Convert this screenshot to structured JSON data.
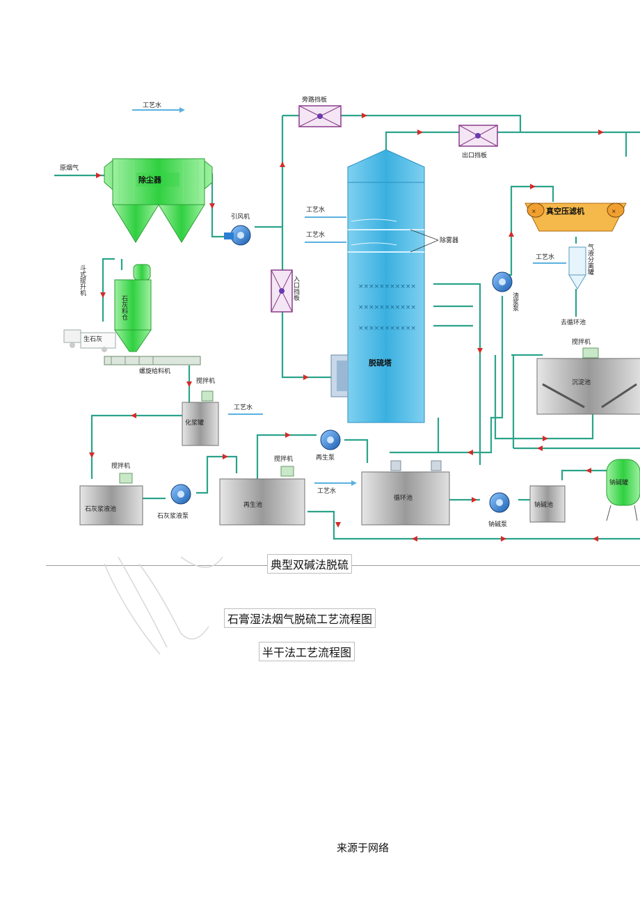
{
  "diagram": {
    "labels": {
      "process_water": "工艺水",
      "raw_flue_gas": "原烟气",
      "dust_collector": "除尘器",
      "bypass_damper": "旁路挡板",
      "outlet_damper": "出口挡板",
      "induced_fan": "引风机",
      "inlet_damper": "入口挡板",
      "absorber": "脱硫塔",
      "demister": "除雾器",
      "vacuum_filter": "真空压滤机",
      "gas_liquid_separator": "气液分离罐",
      "slurry_pump": "渣浆泵",
      "to_circulation_tank": "去循环池",
      "agitator": "搅拌机",
      "settling_tank": "沉淀池",
      "bucket_elevator": "斗式提升机",
      "lime_silo": "石灰料仓",
      "quicklime": "生石灰",
      "screw_feeder": "螺旋给料机",
      "slaking_tank": "化浆罐",
      "lime_slurry_tank": "石灰浆液池",
      "lime_slurry_pump": "石灰浆液泵",
      "regeneration_tank": "再生池",
      "regeneration_pump": "再生泵",
      "circulation_tank": "循环池",
      "soda_pump": "钠碱泵",
      "soda_tank": "钠碱池",
      "soda_vessel": "钠碱罐"
    },
    "colors": {
      "pipe": "#2aa38a",
      "flow_arrow": "#d42a2a",
      "absorber": "#4fb8e0",
      "dust_collector": "#3ccf4e",
      "vacuum_filter": "#f0a030",
      "tank": "#a8a8a8",
      "pump": "#2a7fd4"
    }
  },
  "captions": [
    "典型双碱法脱硫",
    "石膏湿法烟气脱硫工艺流程图",
    "半干法工艺流程图"
  ],
  "footer": "来源于网络"
}
